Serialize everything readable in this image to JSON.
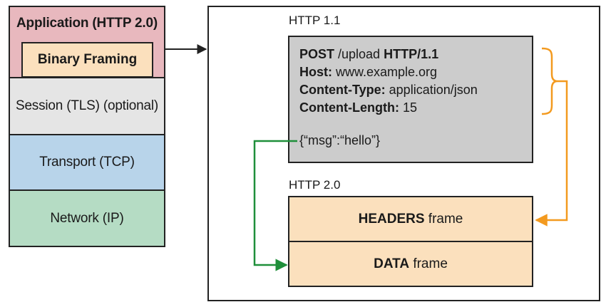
{
  "colors": {
    "application_layer": "#e8b8be",
    "framing_layer": "#fbe0bd",
    "session_layer": "#e5e5e5",
    "transport_layer": "#b8d4ea",
    "network_layer": "#b5dcc4",
    "http11_box": "#cccccc",
    "frame_fill": "#fbe0bd",
    "headers_arrow": "#f39a1f",
    "data_arrow": "#1f8f3a",
    "outline": "#222222"
  },
  "stack": {
    "application": "Application (HTTP 2.0)",
    "framing": "Binary Framing",
    "session": "Session (TLS) (optional)",
    "transport": "Transport (TCP)",
    "network": "Network (IP)"
  },
  "http11": {
    "caption": "HTTP 1.1",
    "request": [
      {
        "key": "POST",
        "value": " /upload ",
        "suffix": "HTTP/1.1"
      },
      {
        "key": "Host:",
        "value": " www.example.org",
        "suffix": ""
      },
      {
        "key": "Content-Type:",
        "value": " application/json",
        "suffix": ""
      },
      {
        "key": "Content-Length:",
        "value": " 15",
        "suffix": ""
      }
    ],
    "body": "{“msg”:“hello”}"
  },
  "http2": {
    "caption": "HTTP 2.0",
    "headers_frame": {
      "bold": "HEADERS",
      "rest": " frame"
    },
    "data_frame": {
      "bold": "DATA",
      "rest": " frame"
    }
  }
}
